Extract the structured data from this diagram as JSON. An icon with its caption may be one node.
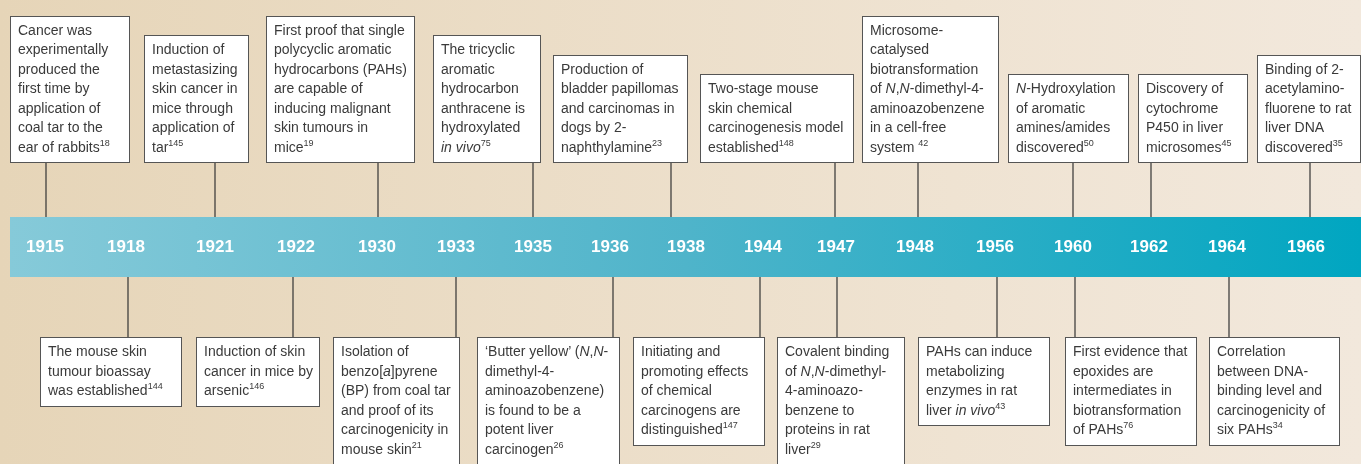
{
  "diagram": {
    "nodes": [
      {
        "text": [],
        "shape": "bar"
      },
      {
        "text": [
          "1915"
        ],
        "in": 0
      },
      {
        "text": [
          "1918"
        ],
        "in": 0
      },
      {
        "text": [
          "1921"
        ],
        "in": 0
      },
      {
        "text": [
          "1922"
        ],
        "in": 0
      },
      {
        "text": [
          "1930"
        ],
        "in": 0
      },
      {
        "text": [
          "1933"
        ],
        "in": 0
      },
      {
        "text": [
          "1935"
        ],
        "in": 0
      },
      {
        "text": [
          "1936"
        ],
        "in": 0
      },
      {
        "text": [
          "1938"
        ],
        "in": 0
      },
      {
        "text": [
          "1944"
        ],
        "in": 0
      },
      {
        "text": [
          "1947"
        ],
        "in": 0
      },
      {
        "text": [
          "1948"
        ],
        "in": 0
      },
      {
        "text": [
          "1956"
        ],
        "in": 0
      },
      {
        "text": [
          "1960"
        ],
        "in": 0
      },
      {
        "text": [
          "1962"
        ],
        "in": 0
      },
      {
        "text": [
          "1964"
        ],
        "in": 0
      },
      {
        "text": [
          "1966"
        ],
        "in": 0
      },
      {
        "text": [
          "Cancer was experimentally produced the first time by application of coal tar to the ear of rabbits$^{18}$"
        ]
      },
      {
        "text": [
          "Induction of metastasizing skin cancer in mice through application of tar$^{145}$"
        ]
      },
      {
        "text": [
          "First proof that single polycyclic aromatic hydrocarbons (PAHs) are capable of inducing malignant skin tumours in mice$^{19}$"
        ]
      },
      {
        "text": [
          "The tricyclic aromatic hydrocarbon anthracene is hydroxylated *in vivo*$^{75}$"
        ]
      },
      {
        "text": [
          "Production of bladder papillomas and carcinomas in dogs by 2-naphthylamine$^{23}$"
        ]
      },
      {
        "text": [
          "Two-stage mouse skin chemical carcinogenesis model established$^{148}$"
        ]
      },
      {
        "text": [
          "Microsome-catalysed biotransformation of *N*,*N*-dimethyl-4-aminoazobenzene in a cell-free system $^{42}$"
        ]
      },
      {
        "text": [
          "*N*-Hydroxylation of aromatic amines/amides discovered$^{50}$"
        ]
      },
      {
        "text": [
          "Discovery of cytochrome P450 in liver microsomes$^{45}$"
        ]
      },
      {
        "text": [
          "Binding of 2-acetylamino-fluorene to rat liver DNA discovered$^{35}$"
        ]
      },
      {
        "text": [
          "The mouse skin tumour bioassay was established$^{144}$"
        ]
      },
      {
        "text": [
          "Induction of skin cancer in mice by arsenic$^{146}$"
        ]
      },
      {
        "text": [
          "Isolation of benzo[*a*]pyrene (BP) from coal tar and proof of its carcinogenicity in mouse skin$^{21}$"
        ]
      },
      {
        "text": [
          "‘Butter yellow’ (*N*,*N*-dimethyl-4-aminoazobenzene) is found to be a potent liver carcinogen$^{26}$"
        ]
      },
      {
        "text": [
          "Initiating and promoting effects of chemical carcinogens are distinguished$^{147}$"
        ]
      },
      {
        "text": [
          "Covalent binding of *N*,*N*-dimethyl-4-aminoazo-benzene to proteins in rat liver$^{29}$"
        ]
      },
      {
        "text": [
          "PAHs can induce metabolizing enzymes in rat liver *in vivo*$^{43}$"
        ]
      },
      {
        "text": [
          "First evidence that epoxides are intermediates in biotransformation of PAHs$^{76}$"
        ]
      },
      {
        "text": [
          "Correlation between DNA-binding level and carcinogenicity of six PAHs$^{34}$"
        ]
      }
    ],
    "edges": [
      {
        "from": 18,
        "to": 1,
        "arrow": "none"
      },
      {
        "from": 19,
        "to": 3,
        "arrow": "none"
      },
      {
        "from": 20,
        "to": 5,
        "arrow": "none"
      },
      {
        "from": 21,
        "to": 7,
        "arrow": "none"
      },
      {
        "from": 22,
        "to": 9,
        "arrow": "none"
      },
      {
        "from": 23,
        "to": 11,
        "arrow": "none"
      },
      {
        "from": 24,
        "to": 12,
        "arrow": "none"
      },
      {
        "from": 25,
        "to": 14,
        "arrow": "none"
      },
      {
        "from": 26,
        "to": 15,
        "arrow": "none"
      },
      {
        "from": 27,
        "to": 17,
        "arrow": "none"
      },
      {
        "from": 28,
        "to": 2,
        "arrow": "none"
      },
      {
        "from": 29,
        "to": 4,
        "arrow": "none"
      },
      {
        "from": 30,
        "to": 6,
        "arrow": "none"
      },
      {
        "from": 31,
        "to": 8,
        "arrow": "none"
      },
      {
        "from": 32,
        "to": 10,
        "arrow": "none"
      },
      {
        "from": 33,
        "to": 11,
        "arrow": "none"
      },
      {
        "from": 34,
        "to": 13,
        "arrow": "none"
      },
      {
        "from": 35,
        "to": 14,
        "arrow": "none"
      },
      {
        "from": 36,
        "to": 16,
        "arrow": "none"
      }
    ]
  }
}
